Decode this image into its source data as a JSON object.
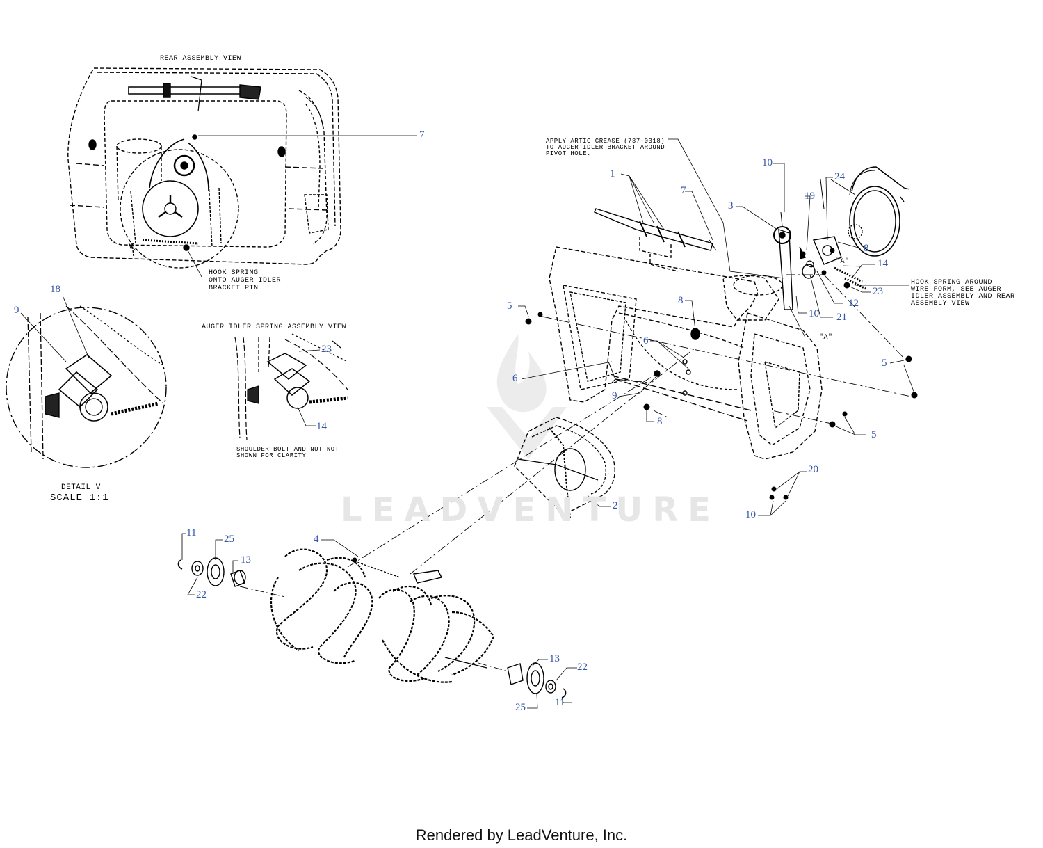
{
  "views": {
    "rear_title": "REAR ASSEMBLY VIEW",
    "idler_title": "AUGER IDLER SPRING ASSEMBLY VIEW",
    "detail_title": "DETAIL V",
    "detail_scale": "SCALE 1:1",
    "detail_marker": "V"
  },
  "notes": {
    "hook_line1": "HOOK SPRING",
    "hook_line2": "ONTO AUGER IDLER",
    "hook_line3": "BRACKET PIN",
    "grease_line1": "APPLY ARTIC GREASE (737-0318)",
    "grease_line2": "TO AUGER IDLER BRACKET AROUND",
    "grease_line3": "PIVOT HOLE.",
    "wire_line1": "HOOK SPRING AROUND",
    "wire_line2": "WIRE FORM, SEE AUGER",
    "wire_line3": "IDLER ASSEMBLY AND REAR",
    "wire_line4": "ASSEMBLY VIEW",
    "shoulder_line1": "SHOULDER BOLT AND NUT NOT",
    "shoulder_line2": "SHOWN FOR CLARITY",
    "ref_a1": "\"A\"",
    "ref_a2": "\"A\""
  },
  "callouts": {
    "c7a": "7",
    "c18": "18",
    "c9a": "9",
    "c23a": "23",
    "c14a": "14",
    "c1": "1",
    "c7b": "7",
    "c3": "3",
    "c10a": "10",
    "c19": "19",
    "c24": "24",
    "c8a": "8",
    "c14b": "14",
    "c23b": "23",
    "c12": "12",
    "c21": "21",
    "c10b": "10",
    "c5a": "5",
    "c8b": "8",
    "c6a": "6",
    "c6b": "6",
    "c9b": "9",
    "c8c": "8",
    "c5b": "5",
    "c5c": "5",
    "c20": "20",
    "c10c": "10",
    "c2": "2",
    "c4": "4",
    "c11a": "11",
    "c25a": "25",
    "c13a": "13",
    "c22a": "22",
    "c13b": "13",
    "c22b": "22",
    "c25b": "25",
    "c11b": "11"
  },
  "watermark": "LEADVENTURE",
  "footer": "Rendered by LeadVenture, Inc."
}
